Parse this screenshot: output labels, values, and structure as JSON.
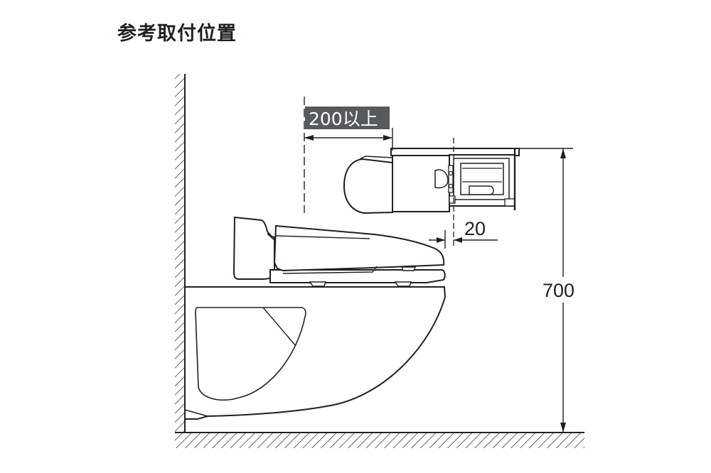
{
  "title": "参考取付位置",
  "dimensions": {
    "clearance": "200以上",
    "offset": "20",
    "height": "700"
  }
}
